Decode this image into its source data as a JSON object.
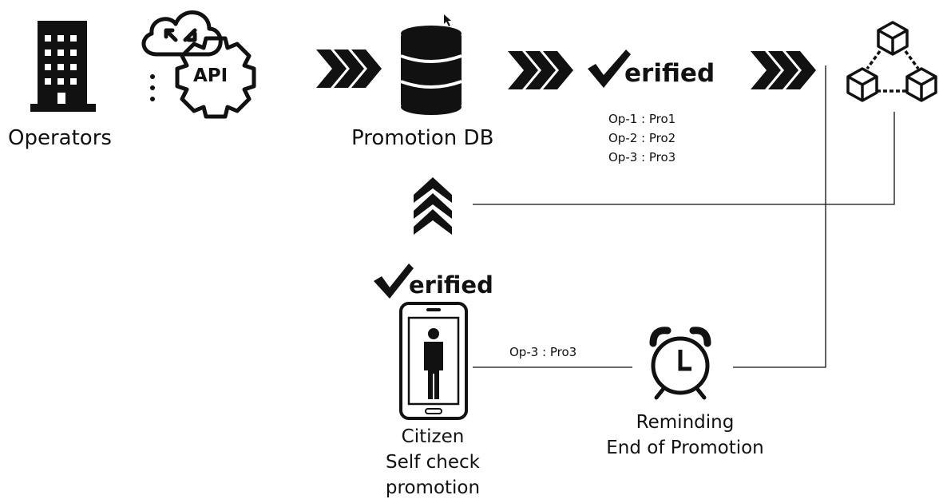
{
  "nodes": {
    "operators": {
      "label": "Operators"
    },
    "api": {
      "label": "API"
    },
    "promotion_db": {
      "label": "Promotion DB"
    },
    "verified_top": {
      "label": "erified"
    },
    "verified_list": [
      "Op-1 : Pro1",
      "Op-2 : Pro2",
      "Op-3 : Pro3"
    ],
    "verified_citizen": {
      "label": "erified"
    },
    "citizen": {
      "line1": "Citizen",
      "line2": "Self check",
      "line3": "promotion"
    },
    "reminder": {
      "line1": "Reminding",
      "line2": "End of Promotion"
    },
    "edge_label": "Op-3 : Pro3"
  },
  "icons": [
    "office-building-icon",
    "cloud-sync-icon",
    "api-gear-icon",
    "database-icon",
    "verified-check-icon",
    "blockchain-network-icon",
    "smartphone-person-icon",
    "alarm-clock-icon",
    "chevron-right-icon",
    "chevron-up-icon"
  ],
  "colors": {
    "ink": "#111111",
    "background": "#ffffff"
  }
}
